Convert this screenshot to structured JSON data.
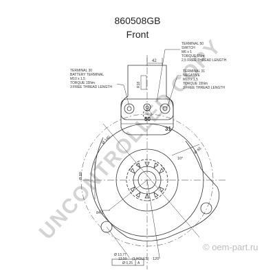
{
  "header": {
    "part_number": "860508GB",
    "view": "Front"
  },
  "callouts": {
    "terminal_50": [
      "TERMINAL 50",
      "SWITCH",
      "M6 x 1",
      "TORQUE 5Nm",
      "2,5 FREE THREAD LENGTH"
    ],
    "terminal_30": [
      "TERMINAL 30",
      "BATTERY TERMINAL",
      "M10 x 1,5",
      "TORQUE 15Nm",
      "3 FREE THREAD LENGTH"
    ],
    "terminal_31": [
      "TERMINAL 31",
      "NEGATIVE",
      "M10 x 1,5",
      "TORQUE 15Nm",
      "3 FREE THREAD LENGTH"
    ]
  },
  "labels": {
    "term_50": "50",
    "term_31": "31",
    "dim_42": "42",
    "dim_r18": "R18",
    "dim_140": "Ø 140",
    "dim_65": "Ø 65",
    "dim_10deg": "10°",
    "dim_80": "Ø 80",
    "dim_845": "84,5",
    "dim_13_77": "Ø 13,77",
    "dim_13_50": "13,50",
    "holes": "(3 HOLES)",
    "dim_120": "120°",
    "tolerance": "Ø 0,25",
    "datum": "A"
  },
  "watermarks": {
    "main": "UNCONTROLLED COPY",
    "site": "© oem-part.ru"
  },
  "colors": {
    "line": "#333333",
    "watermark": "#c8c8c8"
  }
}
